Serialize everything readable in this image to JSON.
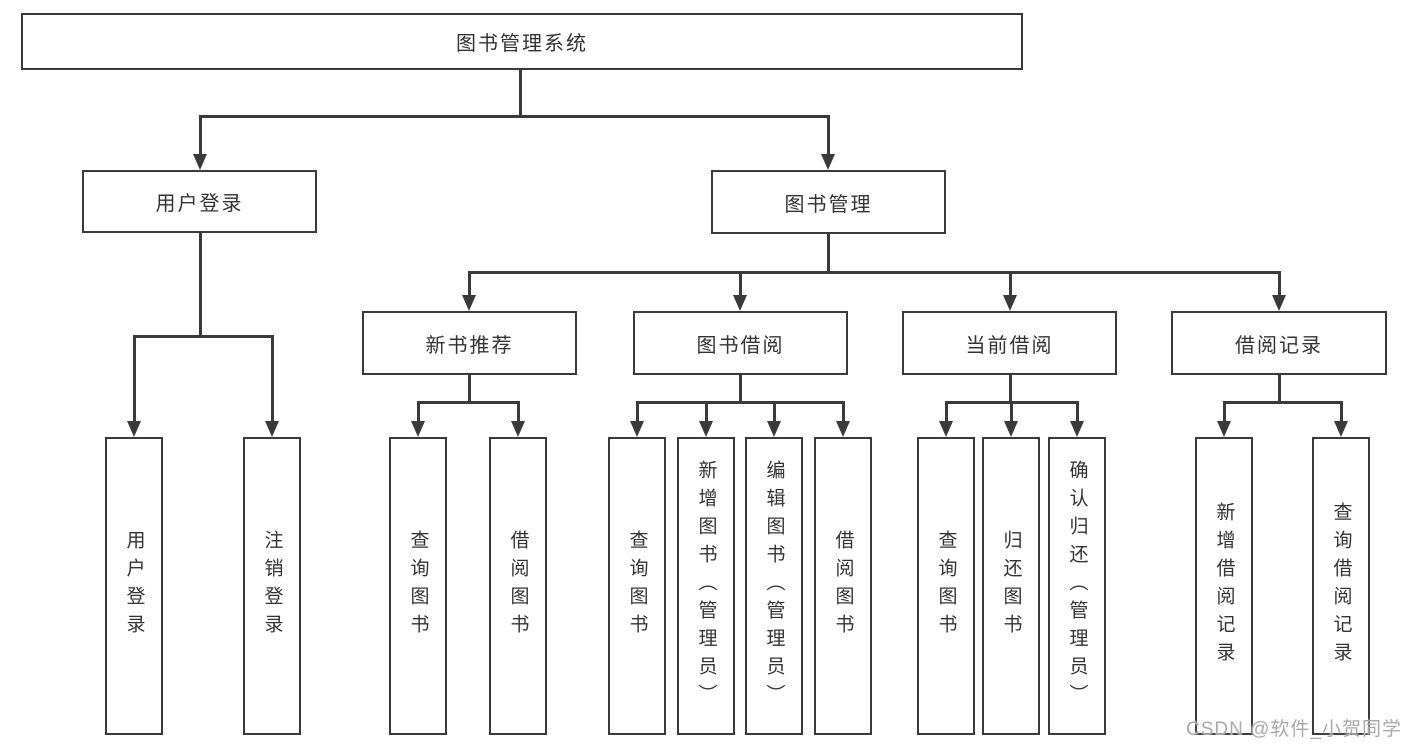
{
  "diagram_title": "图书管理系统",
  "nodes": {
    "root": "图书管理系统",
    "user_login": "用户登录",
    "book_management": "图书管理",
    "new_book_recommend": "新书推荐",
    "book_borrow": "图书借阅",
    "current_borrow": "当前借阅",
    "borrow_record": "借阅记录"
  },
  "leaves": [
    "用户登录",
    "注销登录",
    "查询图书",
    "借阅图书",
    "查询图书",
    "新增图书（管理员）",
    "编辑图书（管理员）",
    "借阅图书",
    "查询图书",
    "归还图书",
    "确认归还（管理员）",
    "新增借阅记录",
    "查询借阅记录"
  ],
  "watermark": "CSDN @软件_小贺同学",
  "colors": {
    "line": "#3a3a3a",
    "text": "#333333",
    "watermark": "#a9a9a9",
    "background": "#ffffff"
  }
}
